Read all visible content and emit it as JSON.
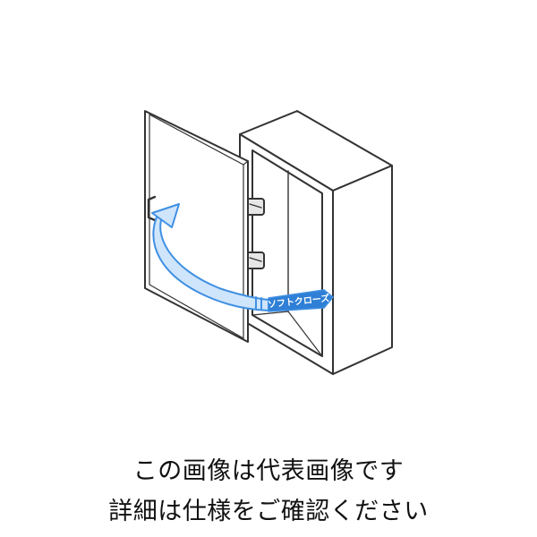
{
  "illustration": {
    "subject": "cabinet-with-open-door",
    "arrow_label": "ソフトクローズ",
    "colors": {
      "outline": "#333333",
      "arrow_fill": "#cfe5fb",
      "arrow_edge": "#3f8fe2",
      "label_bg": "#2f7fd6",
      "label_text": "#ffffff"
    }
  },
  "caption": {
    "line1": "この画像は代表画像です",
    "line2": "詳細は仕様をご確認ください"
  }
}
